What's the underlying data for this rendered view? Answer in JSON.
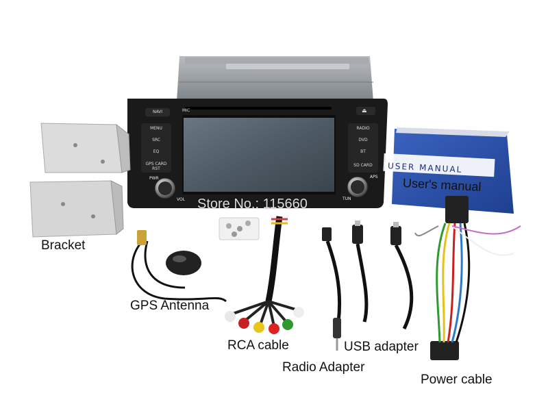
{
  "labels": {
    "bracket": "Bracket",
    "gps_antenna": "GPS Antenna",
    "rca_cable": "RCA cable",
    "radio_adapter": "Radio Adapter",
    "usb_adapter": "USB adapter",
    "power_cable": "Power cable",
    "users_manual": "User's manual"
  },
  "watermark": "Store No.: 115660",
  "manual": {
    "title": "USER MANUAL"
  },
  "head_unit": {
    "left_buttons": [
      "MENU",
      "SRC",
      "EQ",
      "GPS CARD RST"
    ],
    "right_buttons": [
      "RADIO",
      "DVD",
      "BT",
      "SD CARD"
    ],
    "navi": "NAVI",
    "mic": "MIC",
    "eject": "⏏",
    "pwr": "PWR",
    "vol": "VOL",
    "aps": "APS",
    "tun": "TUN"
  },
  "colors": {
    "manual_blue": "#2a4fa8",
    "panel_black": "#1a1a1a",
    "chassis_gray": "#9a9ea3"
  }
}
